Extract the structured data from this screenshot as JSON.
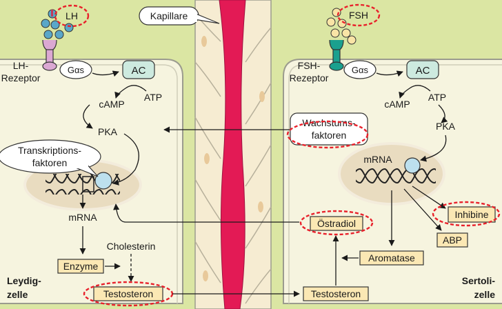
{
  "colors": {
    "background_cell": "#f6f4df",
    "interstitium": "#dbe6a3",
    "capillary_wall": "#f6ecd2",
    "capillary_lumen": "#e31a55",
    "receptor_lh": "#dba8d3",
    "receptor_fsh": "#1aa08e",
    "enzyme_box": "#cdeadf",
    "highlight_box": "#fbe8b4",
    "nucleus": "#e9dcc0",
    "dashed_circle": "#e8212b",
    "phospholipid_orange": "#f0d17a",
    "lh_ball_blue": "#5aa7c9"
  },
  "labels": {
    "lh": "LH",
    "fsh": "FSH",
    "capillary": "Kapillare",
    "lh_receptor_1": "LH-",
    "lh_receptor_2": "Rezeptor",
    "fsh_receptor_1": "FSH-",
    "fsh_receptor_2": "Rezeptor",
    "g_alpha_left": "Gαs",
    "g_alpha_right": "Gαs",
    "ac_left": "AC",
    "ac_right": "AC",
    "camp_left": "cAMP",
    "camp_right": "cAMP",
    "atp_left": "ATP",
    "atp_right": "ATP",
    "pka_left": "PKA",
    "pka_right": "PKA",
    "transcription_factors_1": "Transkriptions-",
    "transcription_factors_2": "faktoren",
    "growth_factors_1": "Wachstums-",
    "growth_factors_2": "faktoren",
    "mrna_left": "mRNA",
    "mrna_right": "mRNA",
    "enzymes": "Enzyme",
    "cholesterol": "Cholesterin",
    "testosterone_left": "Testosteron",
    "testosterone_right": "Testosteron",
    "estradiol": "Östradiol",
    "aromatase": "Aromatase",
    "inhibin": "Inhibine",
    "abp": "ABP",
    "leydig_1": "Leydig-",
    "leydig_2": "zelle",
    "sertoli_1": "Sertoli-",
    "sertoli_2": "zelle"
  }
}
